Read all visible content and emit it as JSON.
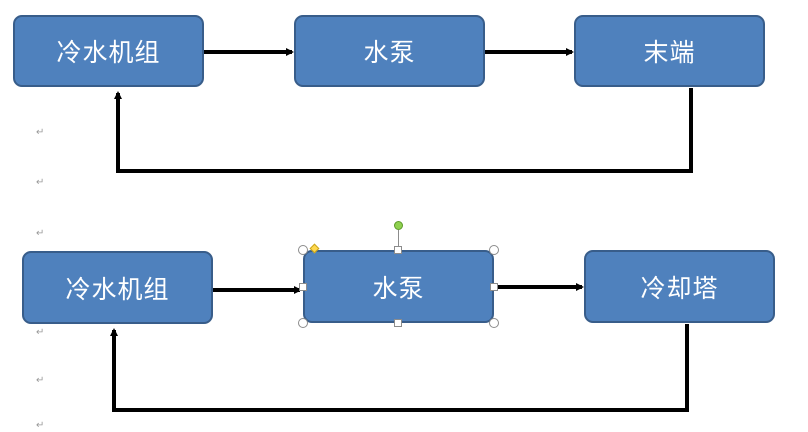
{
  "diagram_top": {
    "nodes": [
      {
        "id": "chiller",
        "label": "冷水机组"
      },
      {
        "id": "pump",
        "label": "水泵"
      },
      {
        "id": "terminal",
        "label": "末端"
      }
    ]
  },
  "diagram_bottom": {
    "nodes": [
      {
        "id": "chiller",
        "label": "冷水机组"
      },
      {
        "id": "pump",
        "label": "水泵",
        "selected": true
      },
      {
        "id": "tower",
        "label": "冷却塔"
      }
    ]
  },
  "paragraph_mark": "↵",
  "colors": {
    "box_fill": "#4f81bd",
    "box_border": "#385d8a",
    "box_text": "#ffffff",
    "connector": "#000000",
    "paragraph_mark": "#9a9a9a"
  }
}
